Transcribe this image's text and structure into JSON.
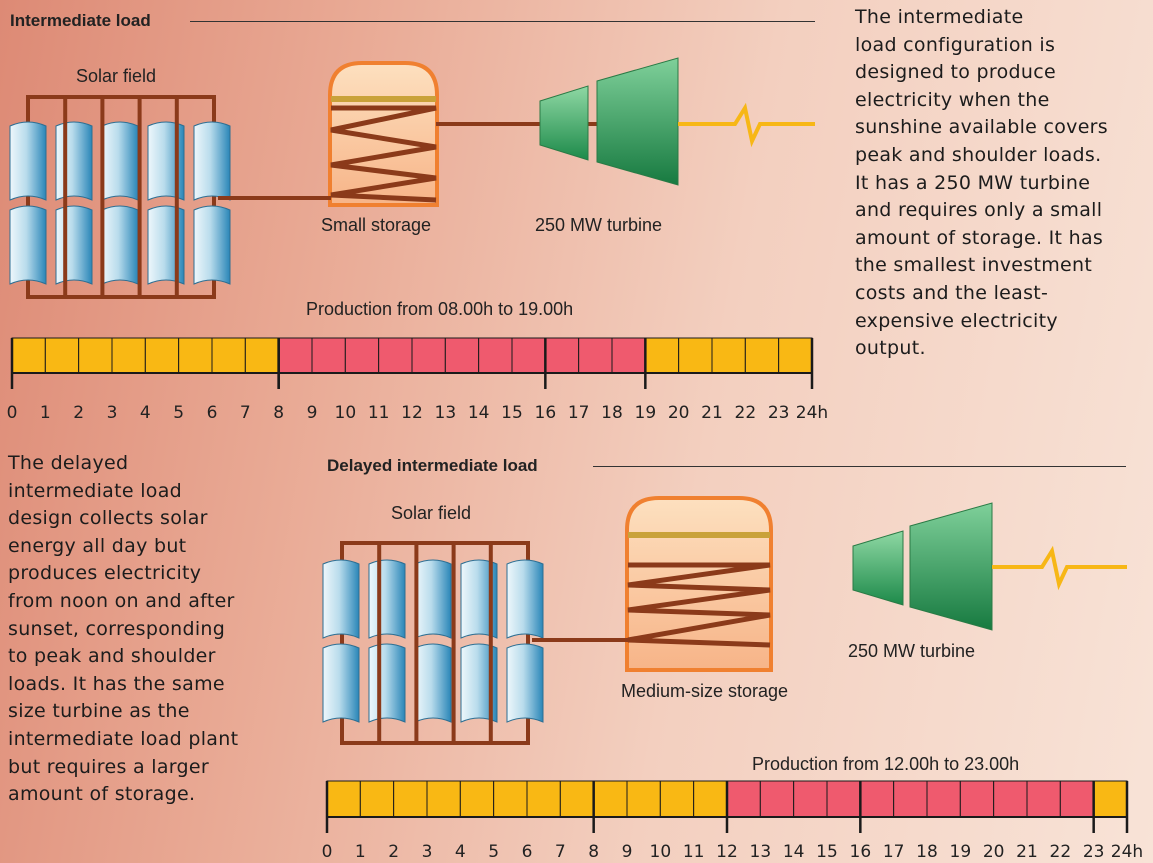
{
  "top": {
    "title": "Intermediate load",
    "solar_field_label": "Solar field",
    "storage_label": "Small storage",
    "turbine_label": "250 MW turbine",
    "production_label": "Production from 08.00h to 19.00h",
    "description": "The intermediate\nload configuration is\ndesigned to produce\nelectricity when the\nsunshine available covers\npeak and shoulder loads.\nIt has a 250 MW turbine\nand requires only a small\namount of storage. It has\nthe smallest investment\ncosts and the least-\nexpensive electricity\noutput.",
    "production_start_hour": 8,
    "production_end_hour": 19
  },
  "bottom": {
    "title": "Delayed intermediate load",
    "solar_field_label": "Solar field",
    "storage_label": "Medium-size storage",
    "turbine_label": "250 MW turbine",
    "production_label": "Production from 12.00h to 23.00h",
    "description": "The delayed\nintermediate load\ndesign collects solar\nenergy all day but\nproduces electricity\nfrom noon on and after\nsunset, corresponding\nto peak and shoulder\nloads. It has the same\nsize turbine as the\nintermediate load plant\nbut requires a larger\namount of storage.",
    "production_start_hour": 12,
    "production_end_hour": 23
  },
  "axis_ticks": [
    "0",
    "1",
    "2",
    "3",
    "4",
    "5",
    "6",
    "7",
    "8",
    "9",
    "10",
    "11",
    "12",
    "13",
    "14",
    "15",
    "16",
    "17",
    "18",
    "19",
    "20",
    "21",
    "22",
    "23",
    "24h"
  ],
  "colors": {
    "off_hours": "#f9b814",
    "production_hours": "#ef5a6e",
    "frame": "#8b3a1a",
    "storage_fill": "#fbc9a0",
    "storage_border": "#f08030",
    "storage_band": "#c9a23a",
    "turbine_light": "#6cc58a",
    "turbine_dark": "#1f8a4c",
    "power_line": "#f7b716",
    "mirror_light": "#e8f4fa",
    "mirror_dark": "#2e8fc0"
  }
}
